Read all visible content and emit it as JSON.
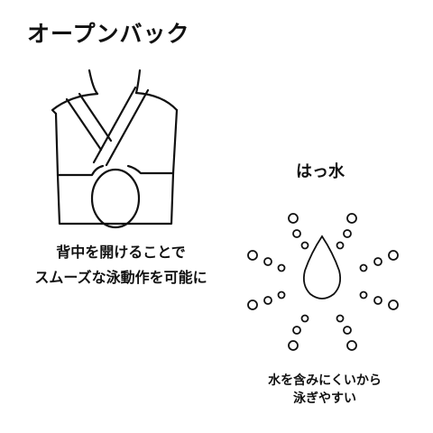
{
  "title": "オープンバック",
  "open_back": {
    "caption_lines": [
      "背中を開けることで",
      "スムーズな泳動作を可能に"
    ],
    "icon": "open-back-swimsuit-icon"
  },
  "water_repellent": {
    "title": "はっ水",
    "caption_lines": [
      "水を含みにくいから",
      "泳ぎやすい"
    ],
    "icon": "water-drop-icon"
  },
  "colors": {
    "ink": "#111111",
    "background": "#ffffff"
  }
}
